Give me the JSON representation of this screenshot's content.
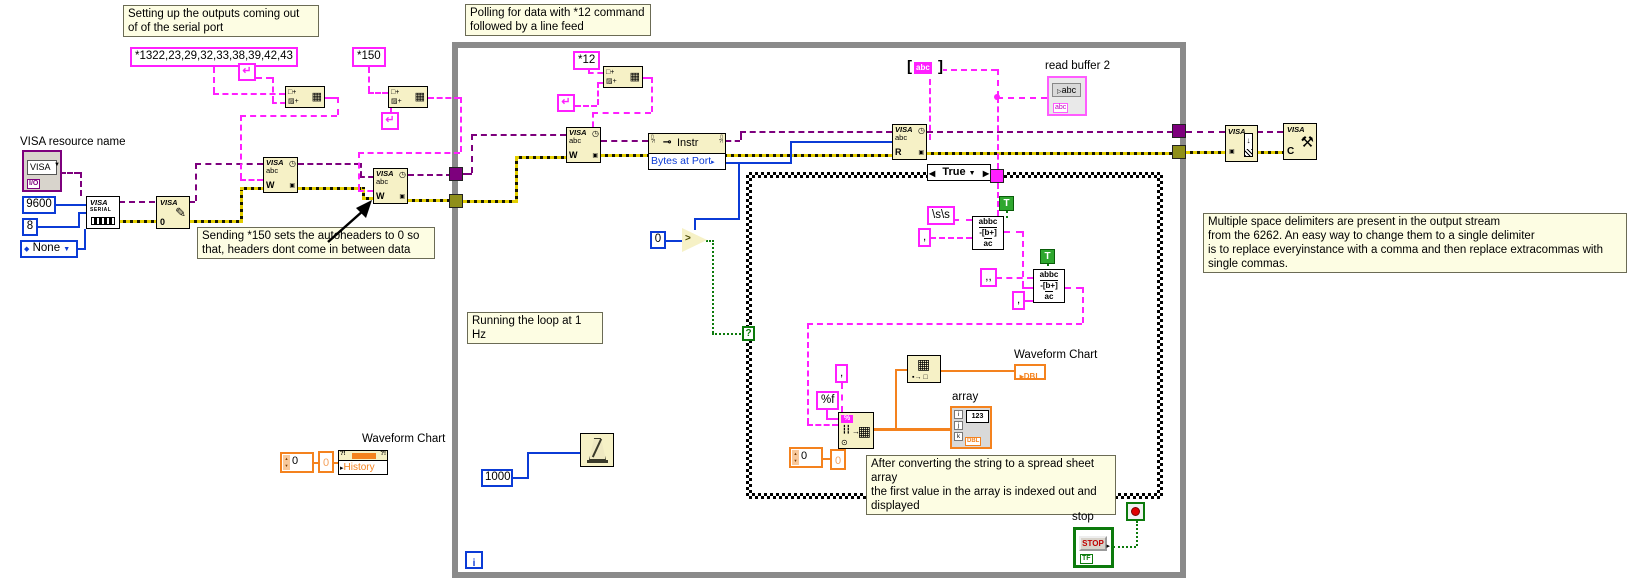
{
  "colors": {
    "string_pink": "#FF1FFF",
    "visa_purple": "#7D007D",
    "numeric_blue": "#0B3BD6",
    "dbl_orange": "#F4821E",
    "bool_green": "#0C7A0C",
    "error_yellow": "#E3CE00",
    "node_beige": "#F6F1C6",
    "comment_bg": "#FDFDE3",
    "structure_gray": "#8A8A8A"
  },
  "comments": {
    "setup": "Setting up the outputs coming out\nof of the serial port",
    "polling": "Polling for data with *12 command\nfollowed by a line feed",
    "autoheaders": "Sending *150 sets the autoheaders to 0 so\nthat, headers dont come in between data",
    "loop_rate": "Running the loop at 1 Hz",
    "delimiters": "Multiple space delimiters are present in the output stream\nfrom the 6262. An easy way to change them to a single delimiter\nis to replace everyinstance with a comma and then replace extracommas with\nsingle commas.",
    "index_note": "After converting the string to a spread sheet array\nthe first value in the array is indexed out and displayed"
  },
  "glyphs": {
    "visa": "VISA",
    "abc": "abc",
    "write": "W",
    "read": "R",
    "close": "C",
    "clock": "◷",
    "reg": "▣",
    "line_feed": "↵",
    "concat_top": "□+",
    "concat_bottom": "▨+",
    "concat_out": "▦",
    "bracket_open": "[",
    "bracket_close": "]",
    "greater": ">",
    "true": "T",
    "question": "?",
    "corner_marks": "?!",
    "key": "⊸",
    "pencil": "✎",
    "hammer": "⚒",
    "down_arrow": "↓",
    "grid": "▦",
    "arrow_right": "→",
    "dot_out": "⊙",
    "index_io": "▪→ □",
    "spread_badge": "%",
    "enum_icon": "◆",
    "dropdown": "▼",
    "sel_left": "◀",
    "sel_right": "▶",
    "play": "▸",
    "dbl": "DBL",
    "tf": "TF",
    "io": "I/O",
    "num123": "123",
    "i": "i",
    "j": "j",
    "k": "k"
  },
  "left_section": {
    "visa_resource_label": "VISA resource name",
    "visa_value": "VISA",
    "baud_rate": "9600",
    "data_bits": "8",
    "parity": "None",
    "serial_line1": "VISA",
    "serial_line2": "SERIAL",
    "clear_zero": "0",
    "headers_cmd": "*1322,23,29,32,33,38,39,42,43",
    "autoheader_cmd": "*150"
  },
  "loop": {
    "poll_cmd": "*12",
    "property_title": "Instr",
    "property_item": "Bytes at Port",
    "zero": "0",
    "wait_ms": "1000",
    "iteration": "i"
  },
  "case_structure": {
    "selector": "True",
    "whitespace": "\\s\\s",
    "comma": ",",
    "double_comma": ",,",
    "comma2": ",",
    "delimiter_comma": ",",
    "format": "%f",
    "replace_line1": "abbc",
    "replace_line2": "-[b+]",
    "replace_line3": "ac",
    "index_value": "0",
    "index_const": "0",
    "array_label": "array",
    "chart_label": "Waveform Chart"
  },
  "outputs": {
    "read_buffer_label": "read buffer 2",
    "read_buffer_value": "abc",
    "history_chart_label": "Waveform Chart",
    "history_property": "History",
    "history_value": "0",
    "history_const": "0",
    "stop_label": "stop",
    "stop_button": "STOP"
  }
}
